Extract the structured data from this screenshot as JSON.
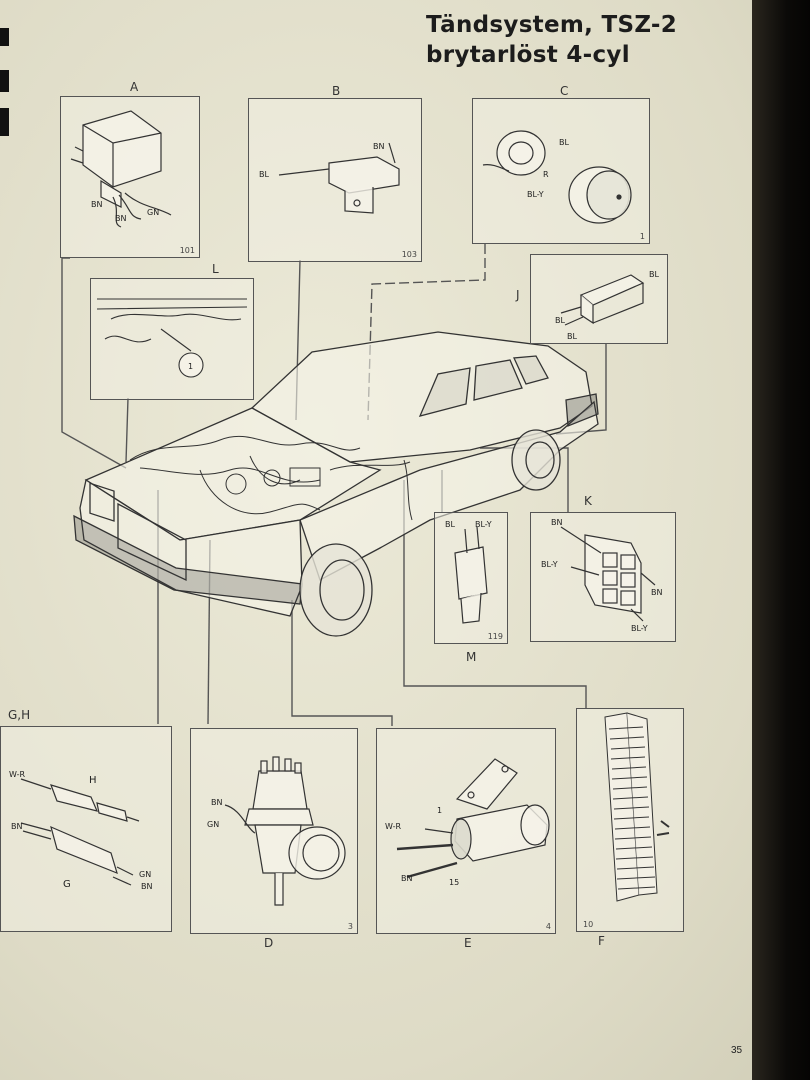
{
  "title": {
    "line1": "Tändsystem, TSZ-2",
    "line2": "brytarlöst 4-cyl"
  },
  "panels": {
    "A": {
      "label": "A",
      "num": "101",
      "wires": [
        "BN",
        "BN",
        "GN"
      ]
    },
    "B": {
      "label": "B",
      "num": "103",
      "wires": [
        "BN",
        "BL"
      ]
    },
    "C": {
      "label": "C",
      "num": "1",
      "wires": [
        "BL",
        "R",
        "BL-Y"
      ]
    },
    "L": {
      "label": "L",
      "callout": "1"
    },
    "J": {
      "label": "J",
      "wires": [
        "BL",
        "BL",
        "BL"
      ]
    },
    "M": {
      "label": "M",
      "num": "119",
      "wires": [
        "BL",
        "BL-Y"
      ]
    },
    "K": {
      "label": "K",
      "wires": [
        "BN",
        "BL-Y",
        "BN",
        "BL-Y"
      ]
    },
    "GH": {
      "label": "G,H",
      "sub_h": "H",
      "sub_g": "G",
      "wires": [
        "W-R",
        "BN",
        "GN",
        "BN"
      ]
    },
    "D": {
      "label": "D",
      "num": "3",
      "wires": [
        "BN",
        "GN"
      ]
    },
    "E": {
      "label": "E",
      "num": "4",
      "wires": [
        "W-R",
        "BN"
      ],
      "terminals": [
        "1",
        "15"
      ]
    },
    "F": {
      "label": "F",
      "num": "10"
    }
  },
  "page_number": "35"
}
